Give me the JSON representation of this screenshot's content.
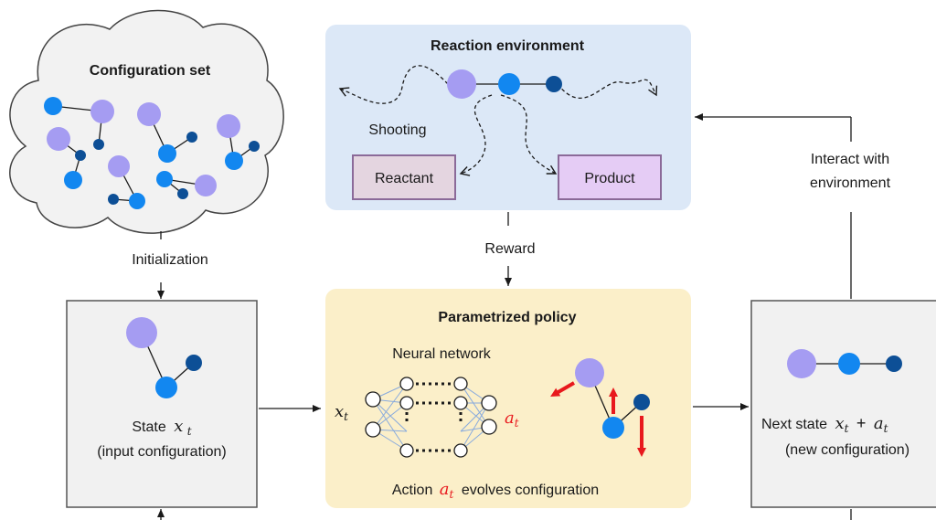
{
  "config_set": {
    "title": "Configuration set"
  },
  "labels": {
    "initialization": "Initialization",
    "reward": "Reward",
    "interact_line1": "Interact with",
    "interact_line2": "environment"
  },
  "reaction_env": {
    "title": "Reaction environment",
    "shooting": "Shooting",
    "reactant": "Reactant",
    "product": "Product"
  },
  "state": {
    "label": "State",
    "symbol": "x",
    "subscript": "t",
    "caption": "(input configuration)"
  },
  "policy": {
    "title": "Parametrized policy",
    "nn_label": "Neural network",
    "input_symbol": "x",
    "output_symbol": "a",
    "subscript": "t",
    "action_prefix": "Action",
    "action_suffix": "evolves configuration"
  },
  "next_state": {
    "label": "Next state",
    "formula_x": "x",
    "formula_plus": "+",
    "formula_a": "a",
    "subscript": "t",
    "caption": "(new configuration)"
  },
  "colors": {
    "atom_large": "#a59cf2",
    "atom_mid": "#1287f0",
    "atom_small": "#0d4f96",
    "env_bg": "#dce8f7",
    "policy_bg": "#fbefc9",
    "state_bg": "#f1f1f1",
    "reactant_bg": "#e4d5e0",
    "product_bg": "#e5ccf5",
    "box_border_purple": "#8b6a99",
    "action_red": "#e8191d",
    "nn_edges": "#88aadd"
  }
}
